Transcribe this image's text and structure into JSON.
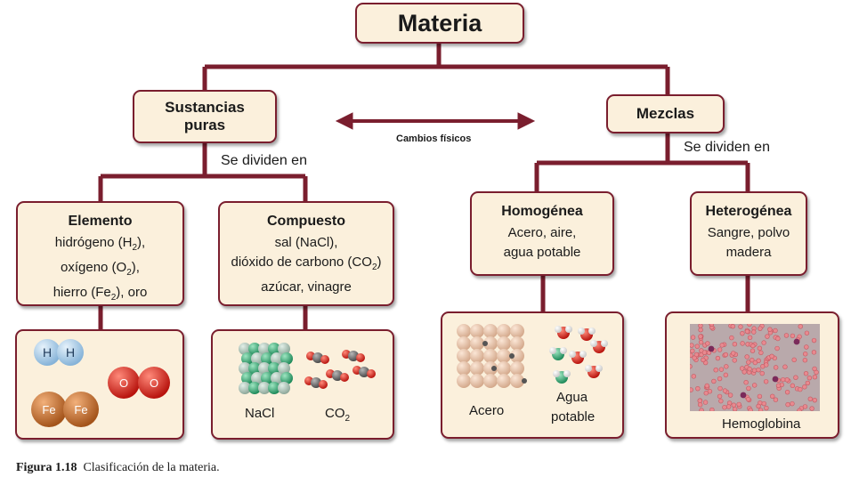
{
  "root": {
    "title": "Materia"
  },
  "left": {
    "title_line1": "Sustancias",
    "title_line2": "puras",
    "divide_label": "Se dividen en",
    "elemento": {
      "title": "Elemento",
      "line1_pre": "hidrógeno (H",
      "line1_sub": "2",
      "line1_post": "),",
      "line2_pre": "oxígeno (O",
      "line2_sub": "2",
      "line2_post": "),",
      "line3_pre": "hierro (Fe",
      "line3_sub": "2",
      "line3_post": "), oro",
      "atoms": {
        "h": "H",
        "o": "O",
        "fe": "Fe"
      }
    },
    "compuesto": {
      "title": "Compuesto",
      "line1": "sal (NaCl),",
      "line2_pre": "dióxido de carbono (CO",
      "line2_sub": "2",
      "line2_post": ")",
      "line3": "azúcar, vinagre",
      "img_label_1": "NaCl",
      "img_label_2_pre": "CO",
      "img_label_2_sub": "2"
    }
  },
  "center": {
    "arrow_label": "Cambios físicos"
  },
  "right": {
    "title": "Mezclas",
    "divide_label": "Se dividen en",
    "homogenea": {
      "title": "Homogénea",
      "line1": "Acero, aire,",
      "line2": "agua potable",
      "img_label_1": "Acero",
      "img_label_2_line1": "Agua",
      "img_label_2_line2": "potable"
    },
    "heterogenea": {
      "title": "Heterogénea",
      "line1": "Sangre, polvo",
      "line2": "madera",
      "img_label": "Hemoglobina"
    }
  },
  "caption": {
    "figure": "Figura 1.18",
    "text": "Clasificación de la materia."
  },
  "colors": {
    "connector": "#7a1e2e",
    "box_fill": "#fbf0dc",
    "hydrogen": "#a9cbe6",
    "oxygen": "#d62a22",
    "iron": "#c06a2c",
    "sodium": "#2aa56e"
  }
}
